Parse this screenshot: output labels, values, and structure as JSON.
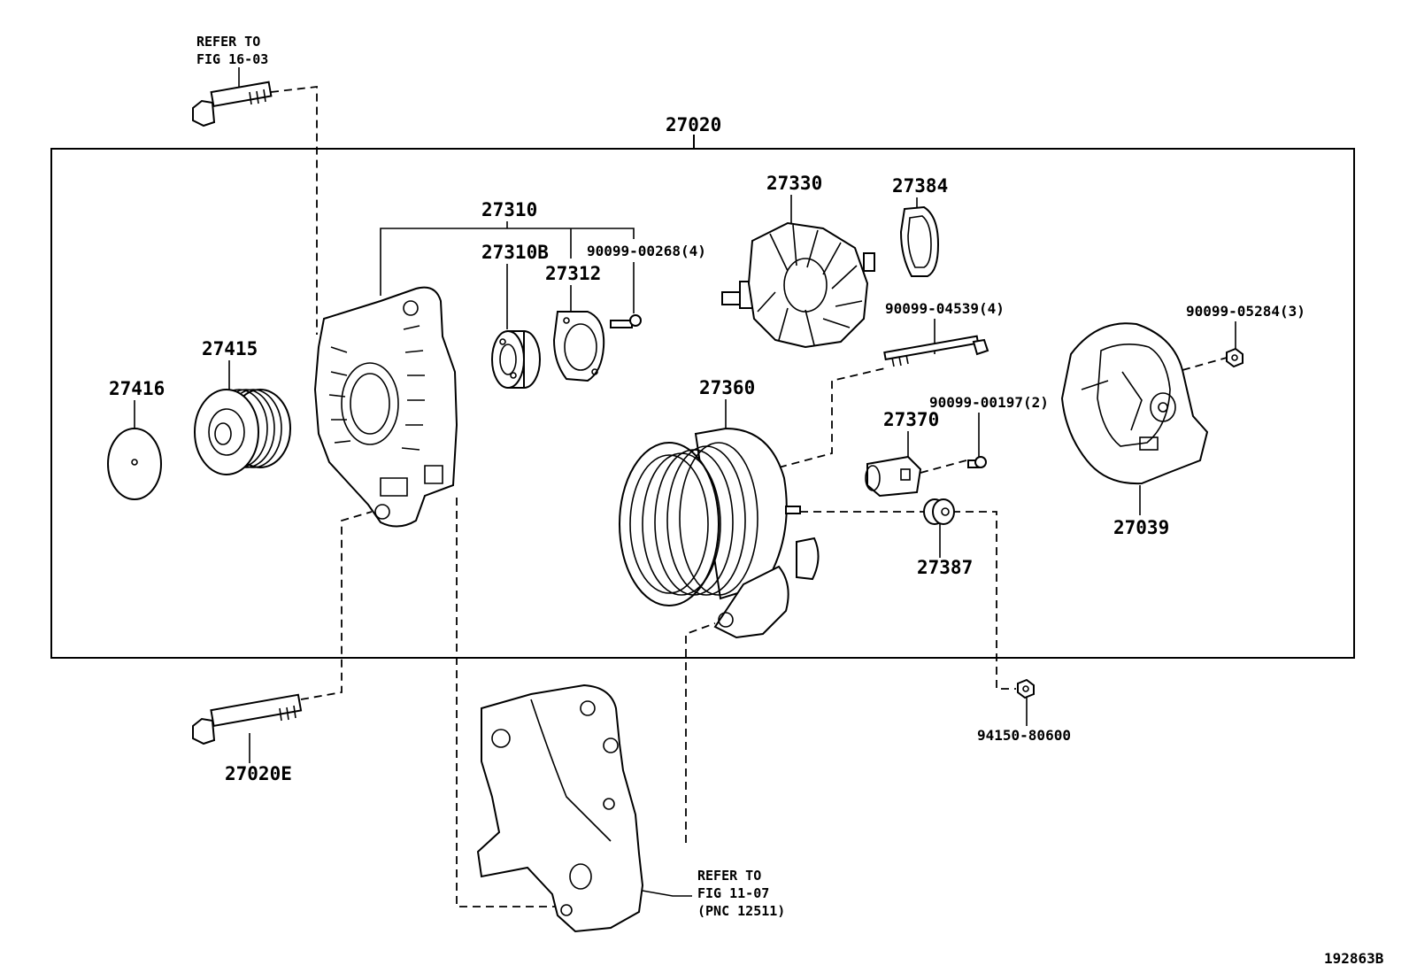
{
  "diagram": {
    "assembly_number": "27020",
    "drawing_number": "192863B",
    "references": [
      {
        "line1": "REFER TO",
        "line2": "FIG 16-03"
      },
      {
        "line1": "REFER TO",
        "line2": "FIG 11-07",
        "line3": "(PNC 12511)"
      }
    ],
    "parts": [
      "27416",
      "27415",
      "27310",
      "27310B",
      "27312",
      "90099-00268(4)",
      "27330",
      "27384",
      "90099-04539(4)",
      "27360",
      "27370",
      "90099-00197(2)",
      "27387",
      "90099-05284(3)",
      "27039",
      "27020E",
      "94150-80600"
    ]
  }
}
